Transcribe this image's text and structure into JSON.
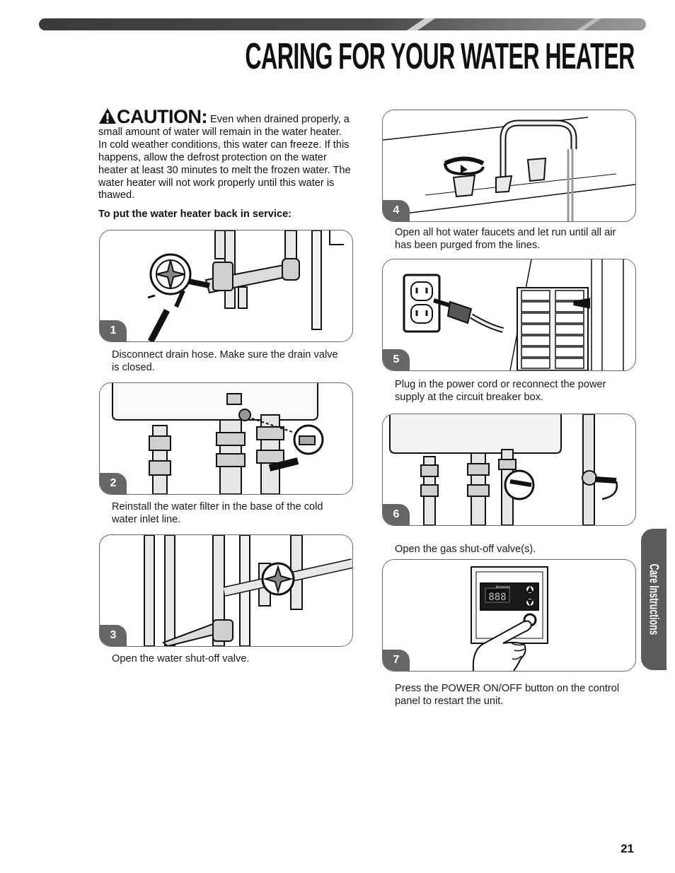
{
  "page": {
    "title": "CARING FOR YOUR WATER HEATER",
    "number": "21",
    "side_tab": "Care Instructions"
  },
  "caution": {
    "label": "CAUTION:",
    "text": "Even when drained properly, a small amount of water will remain in the water heater. In cold weather conditions, this water can freeze. If this happens, allow the defrost protection on the water heater at least 30 minutes to melt the frozen water. The water heater will not work properly until this water is thawed."
  },
  "service_heading": "To put the water heater back in service:",
  "steps": [
    {
      "number": "1",
      "text": "Disconnect drain hose. Make sure the drain valve is closed."
    },
    {
      "number": "2",
      "text": "Reinstall the water filter in the base of the cold water inlet line."
    },
    {
      "number": "3",
      "text": "Open the water shut-off valve."
    },
    {
      "number": "4",
      "text": "Open all hot water faucets and let run until all air has been purged from the lines."
    },
    {
      "number": "5",
      "text": "Plug in the power cord or reconnect the power supply at the circuit breaker box."
    },
    {
      "number": "6",
      "text": "Open the gas shut-off valve(s)."
    },
    {
      "number": "7",
      "text": "Press the POWER ON/OFF button on the control panel to restart the unit."
    }
  ],
  "control_panel": {
    "display": "888",
    "brand": "Kenmore"
  }
}
